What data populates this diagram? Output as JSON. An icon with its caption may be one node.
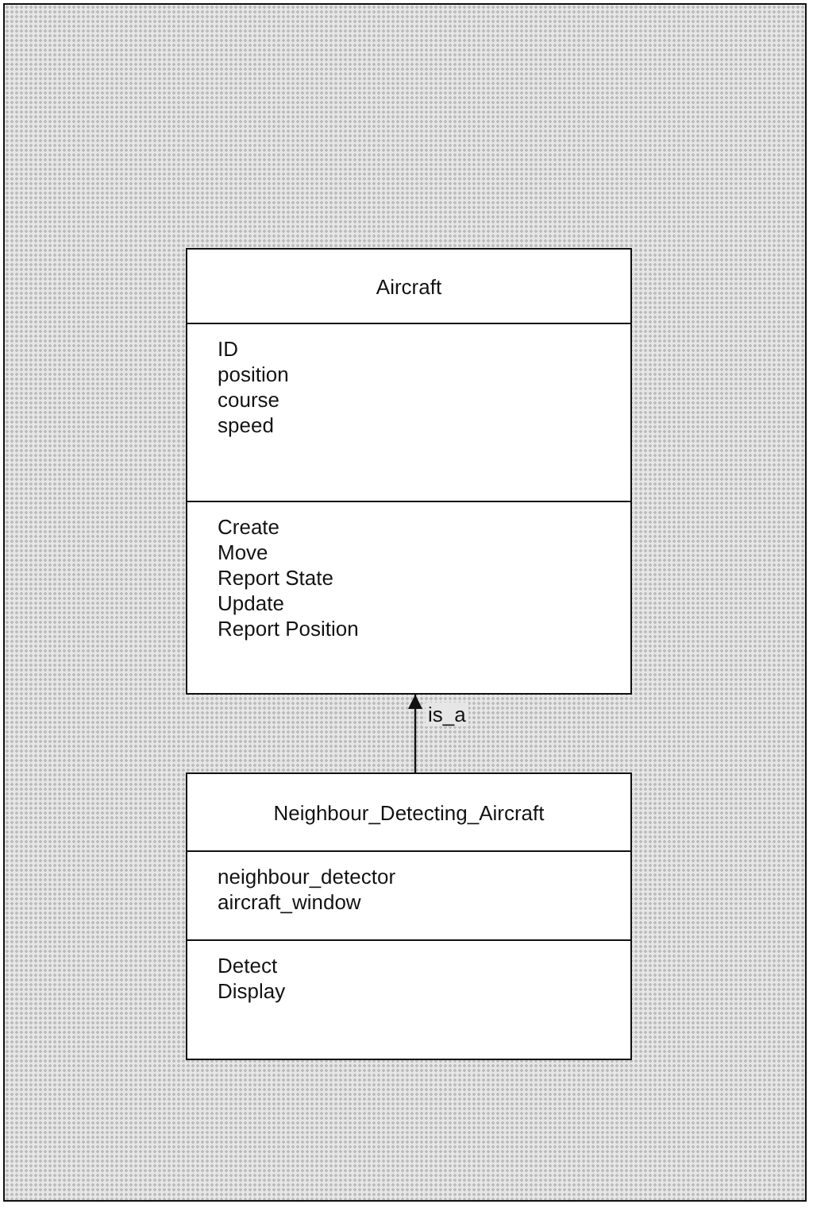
{
  "diagram": {
    "nodes": [
      {
        "text": [
          "Aircraft"
        ]
      },
      {
        "text": [
          "ID",
          "position",
          "course",
          "speed"
        ],
        "in": 0
      },
      {
        "text": [
          "Create",
          "Move",
          "Report State",
          "Update",
          "Report Position"
        ],
        "in": 0
      },
      {
        "text": [
          "Neighbour_Detecting_Aircraft"
        ]
      },
      {
        "text": [
          "neighbour_detector",
          "aircraft_window"
        ],
        "in": 3
      },
      {
        "text": [
          "Detect",
          "Display"
        ],
        "in": 3
      }
    ],
    "edges": [
      {
        "from": 3,
        "to": 0,
        "arrow": "to",
        "label": "is_a"
      }
    ]
  }
}
